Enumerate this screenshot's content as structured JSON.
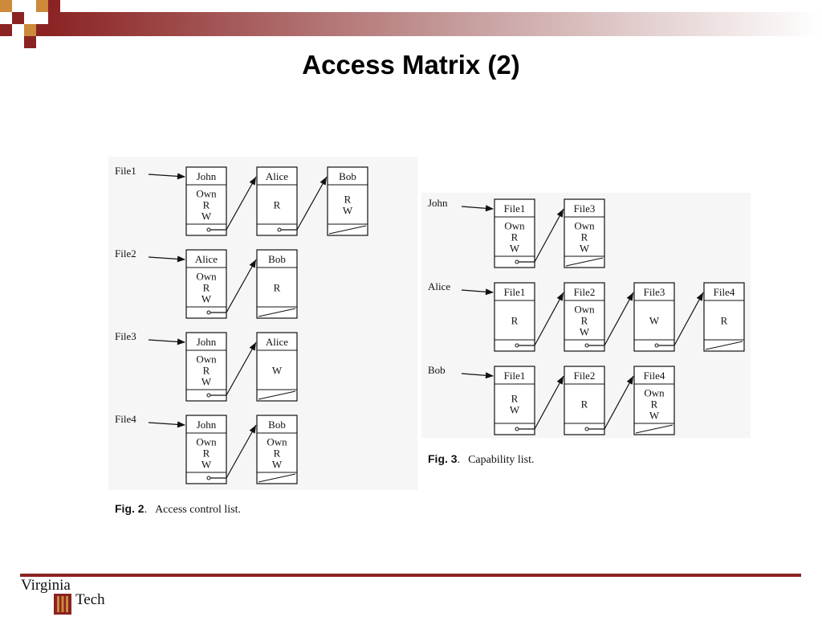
{
  "slide": {
    "title": "Access Matrix (2)",
    "colors": {
      "accent": "#8b2323",
      "accent2": "#cc8a3a"
    }
  },
  "figures": {
    "acl": {
      "fig_num": "Fig. 2",
      "caption": "Access control list.",
      "rows": [
        {
          "object": "File1",
          "entries": [
            {
              "subject": "John",
              "rights": [
                "Own",
                "R",
                "W"
              ]
            },
            {
              "subject": "Alice",
              "rights": [
                "R"
              ]
            },
            {
              "subject": "Bob",
              "rights": [
                "R",
                "W"
              ]
            }
          ]
        },
        {
          "object": "File2",
          "entries": [
            {
              "subject": "Alice",
              "rights": [
                "Own",
                "R",
                "W"
              ]
            },
            {
              "subject": "Bob",
              "rights": [
                "R"
              ]
            }
          ]
        },
        {
          "object": "File3",
          "entries": [
            {
              "subject": "John",
              "rights": [
                "Own",
                "R",
                "W"
              ]
            },
            {
              "subject": "Alice",
              "rights": [
                "W"
              ]
            }
          ]
        },
        {
          "object": "File4",
          "entries": [
            {
              "subject": "John",
              "rights": [
                "Own",
                "R",
                "W"
              ]
            },
            {
              "subject": "Bob",
              "rights": [
                "Own",
                "R",
                "W"
              ]
            }
          ]
        }
      ]
    },
    "capability": {
      "fig_num": "Fig. 3",
      "caption": "Capability list.",
      "rows": [
        {
          "subject": "John",
          "entries": [
            {
              "object": "File1",
              "rights": [
                "Own",
                "R",
                "W"
              ]
            },
            {
              "object": "File3",
              "rights": [
                "Own",
                "R",
                "W"
              ]
            }
          ]
        },
        {
          "subject": "Alice",
          "entries": [
            {
              "object": "File1",
              "rights": [
                "R"
              ]
            },
            {
              "object": "File2",
              "rights": [
                "Own",
                "R",
                "W"
              ]
            },
            {
              "object": "File3",
              "rights": [
                "W"
              ]
            },
            {
              "object": "File4",
              "rights": [
                "R"
              ]
            }
          ]
        },
        {
          "subject": "Bob",
          "entries": [
            {
              "object": "File1",
              "rights": [
                "R",
                "W"
              ]
            },
            {
              "object": "File2",
              "rights": [
                "R"
              ]
            },
            {
              "object": "File4",
              "rights": [
                "Own",
                "R",
                "W"
              ]
            }
          ]
        }
      ]
    }
  },
  "footer": {
    "logo_word1": "Virginia",
    "logo_word2": "Tech"
  }
}
